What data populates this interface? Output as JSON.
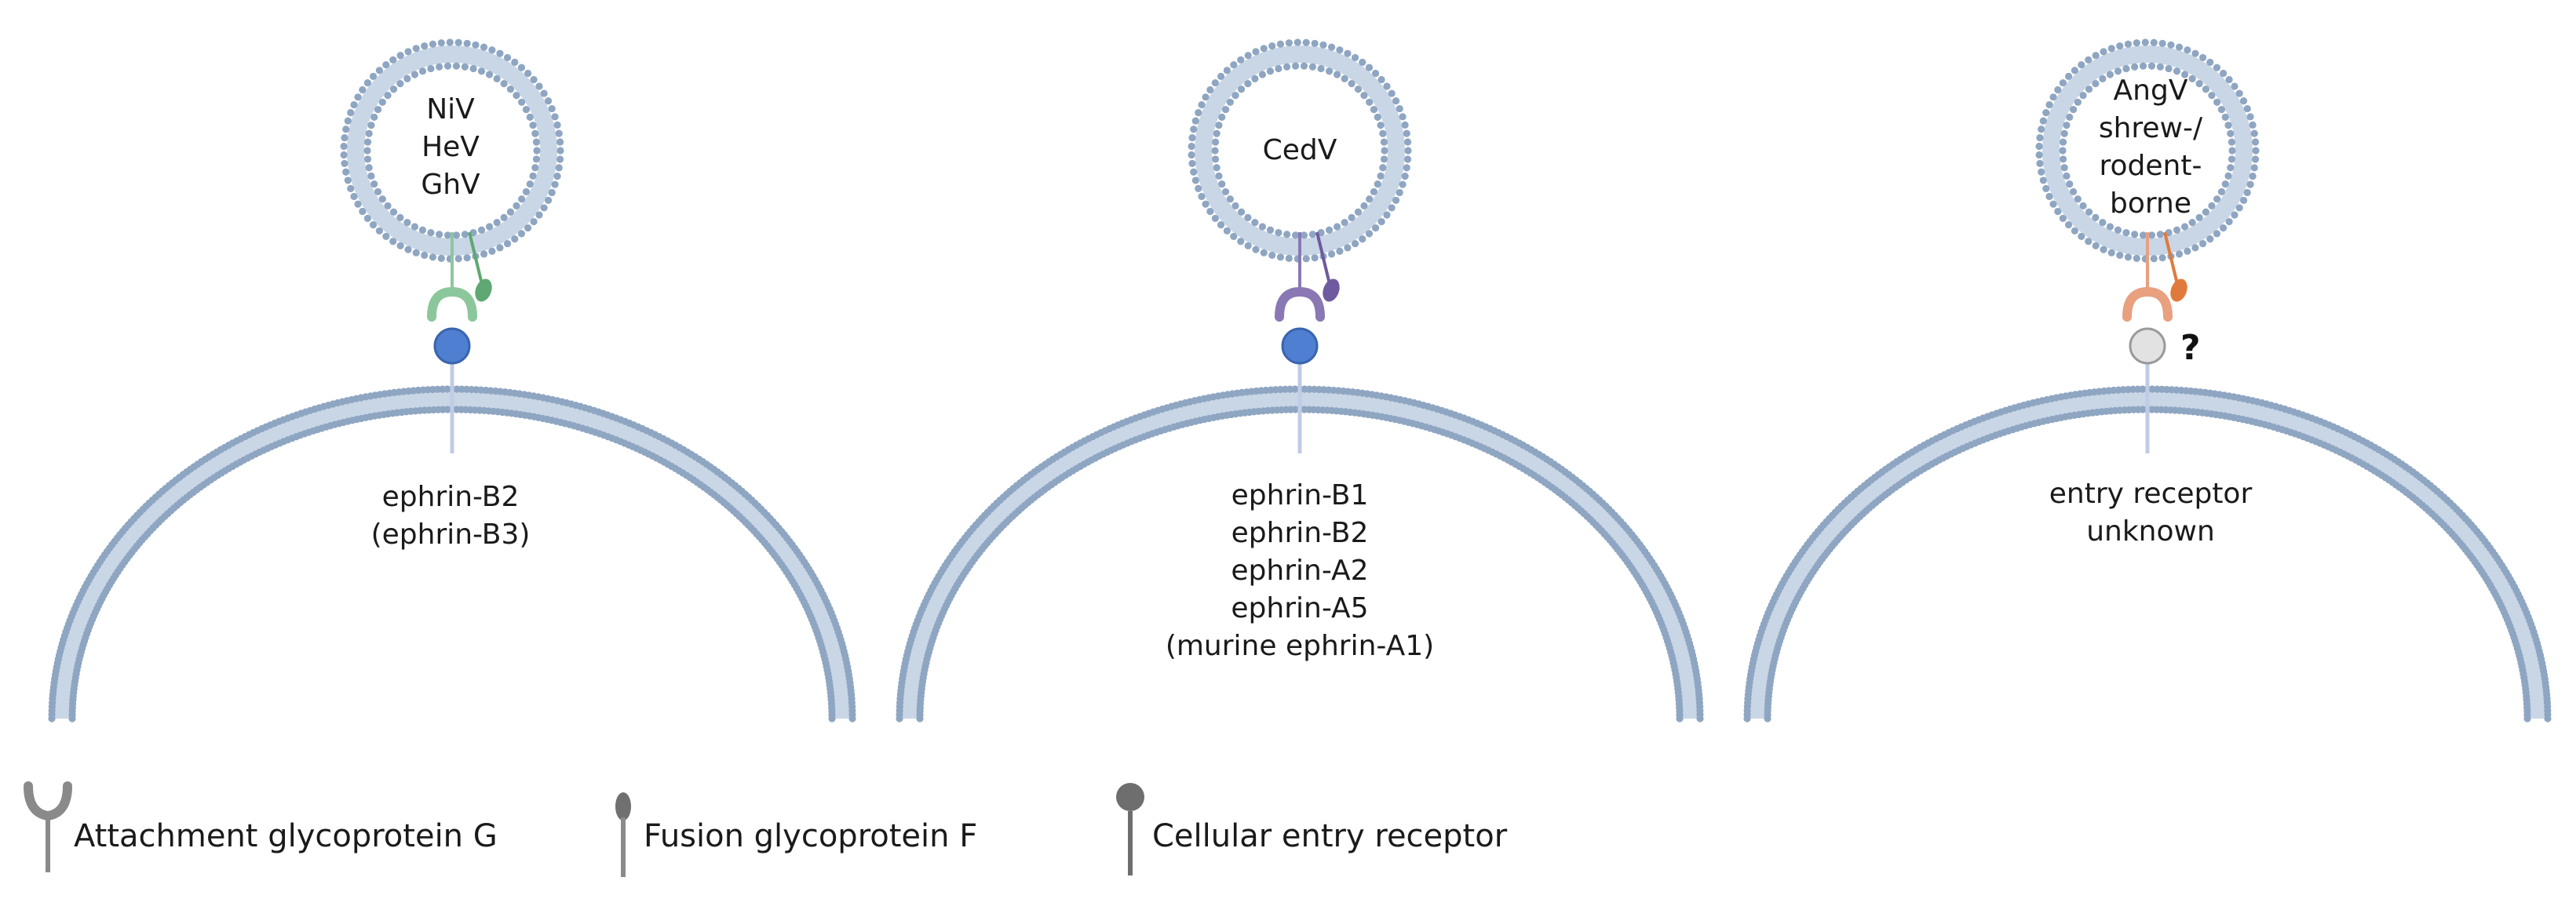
{
  "panels": [
    {
      "virus_lines": [
        "NiV",
        "HeV",
        "GhV"
      ],
      "receptor_lines": [
        "ephrin-B2",
        "(ephrin-B3)"
      ],
      "protein_color": "#8cc79c",
      "protein_dark": "#5fa873",
      "receptor_color": "#4f7fd0",
      "receptor_known": true
    },
    {
      "virus_lines": [
        "CedV"
      ],
      "receptor_lines": [
        "ephrin-B1",
        "ephrin-B2",
        "ephrin-A2",
        "ephrin-A5",
        "(murine ephrin-A1)"
      ],
      "protein_color": "#8a78b4",
      "protein_dark": "#6e5a9e",
      "receptor_color": "#4f7fd0",
      "receptor_known": true
    },
    {
      "virus_lines": [
        "AngV",
        "shrew-/",
        "rodent-",
        "borne"
      ],
      "receptor_lines": [
        "entry receptor",
        "unknown"
      ],
      "protein_color": "#e8a07f",
      "protein_dark": "#e07a3c",
      "receptor_color": "#e2e2e2",
      "receptor_known": false,
      "unknown_mark": "?"
    }
  ],
  "legend": {
    "attachment_label": "Attachment glycoprotein G",
    "fusion_label": "Fusion glycoprotein F",
    "receptor_label": "Cellular entry receptor"
  },
  "colors": {
    "membrane_head": "#8fa6c2",
    "membrane_tail": "#c9d6e6",
    "legend_icon": "#8a8a8a"
  },
  "icons": [
    "attachment-glycoprotein-icon",
    "fusion-glycoprotein-icon",
    "entry-receptor-icon"
  ]
}
